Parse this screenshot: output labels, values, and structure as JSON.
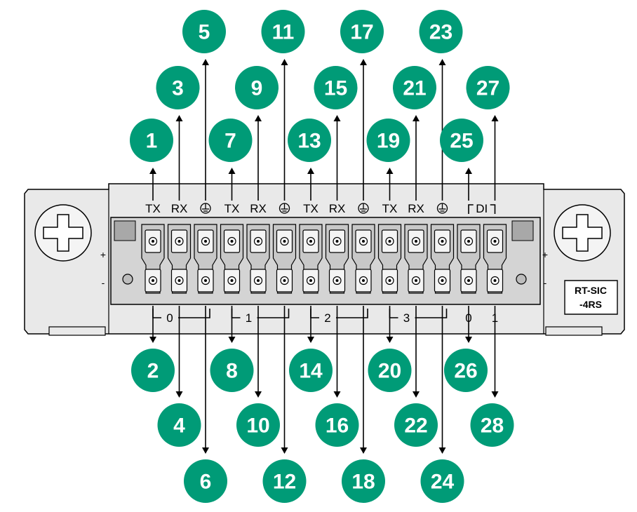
{
  "top_labels": [
    "TX",
    "RX",
    "TX",
    "RX",
    "TX",
    "RX",
    "TX",
    "RX",
    "DI"
  ],
  "bottom_labels": [
    "0",
    "1",
    "2",
    "3",
    "0",
    "1"
  ],
  "side_signs": {
    "plus": "+",
    "minus": "-"
  },
  "badge": {
    "line1": "RT-SIC",
    "line2": "-4RS"
  },
  "callouts_top": [
    "1",
    "3",
    "5",
    "7",
    "9",
    "11",
    "13",
    "15",
    "17",
    "19",
    "21",
    "23",
    "25",
    "27"
  ],
  "callouts_bottom": [
    "2",
    "4",
    "6",
    "8",
    "10",
    "12",
    "14",
    "16",
    "18",
    "20",
    "22",
    "24",
    "26",
    "28"
  ]
}
